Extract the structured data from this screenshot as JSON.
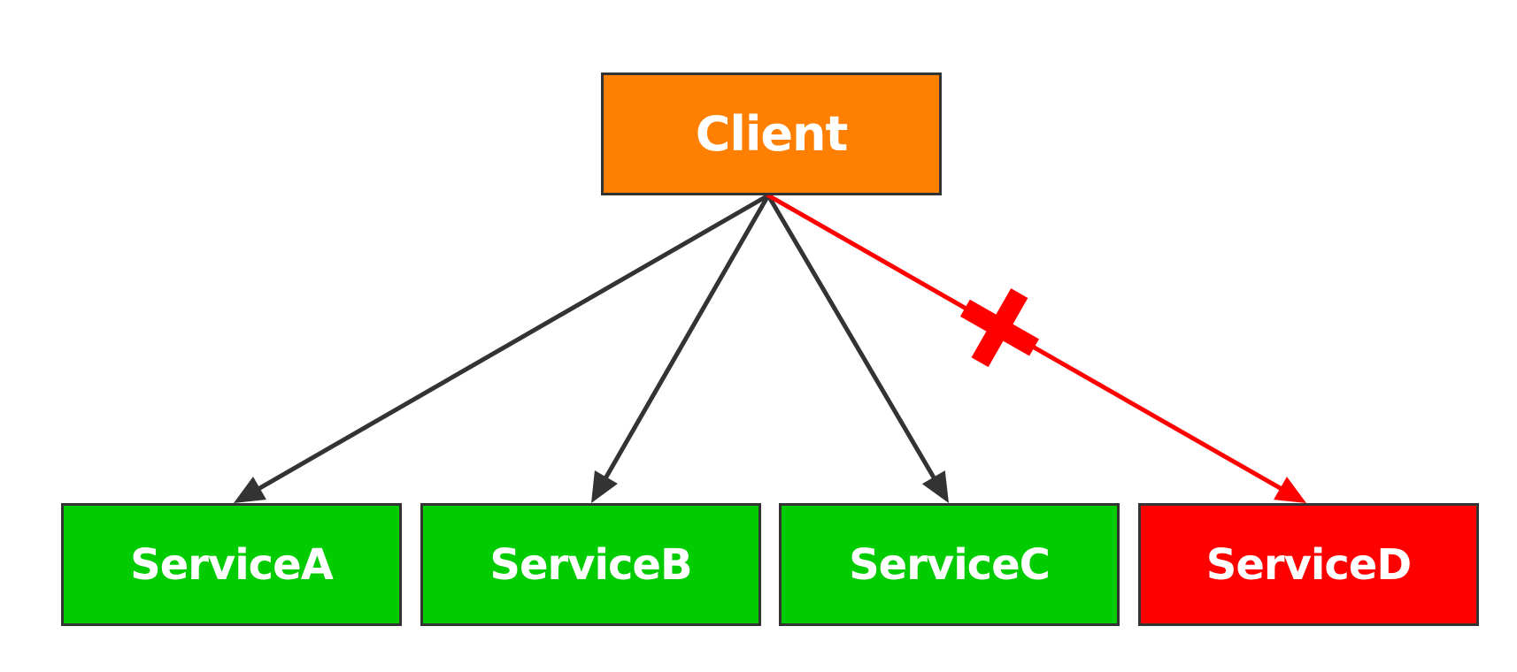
{
  "nodes": {
    "client": {
      "label": "Client",
      "color": "#ff8000"
    },
    "service_a": {
      "label": "ServiceA",
      "color": "#00cc00",
      "status": "ok"
    },
    "service_b": {
      "label": "ServiceB",
      "color": "#00cc00",
      "status": "ok"
    },
    "service_c": {
      "label": "ServiceC",
      "color": "#00cc00",
      "status": "ok"
    },
    "service_d": {
      "label": "ServiceD",
      "color": "#ff0000",
      "status": "failed"
    }
  },
  "edges": [
    {
      "from": "client",
      "to": "service_a",
      "color": "#333333",
      "broken": false
    },
    {
      "from": "client",
      "to": "service_b",
      "color": "#333333",
      "broken": false
    },
    {
      "from": "client",
      "to": "service_c",
      "color": "#333333",
      "broken": false
    },
    {
      "from": "client",
      "to": "service_d",
      "color": "#ff0000",
      "broken": true,
      "marker": "cross-icon"
    }
  ],
  "colors": {
    "border": "#333333",
    "ok": "#00cc00",
    "failed": "#ff0000",
    "client": "#ff8000",
    "text": "#ffffff"
  }
}
